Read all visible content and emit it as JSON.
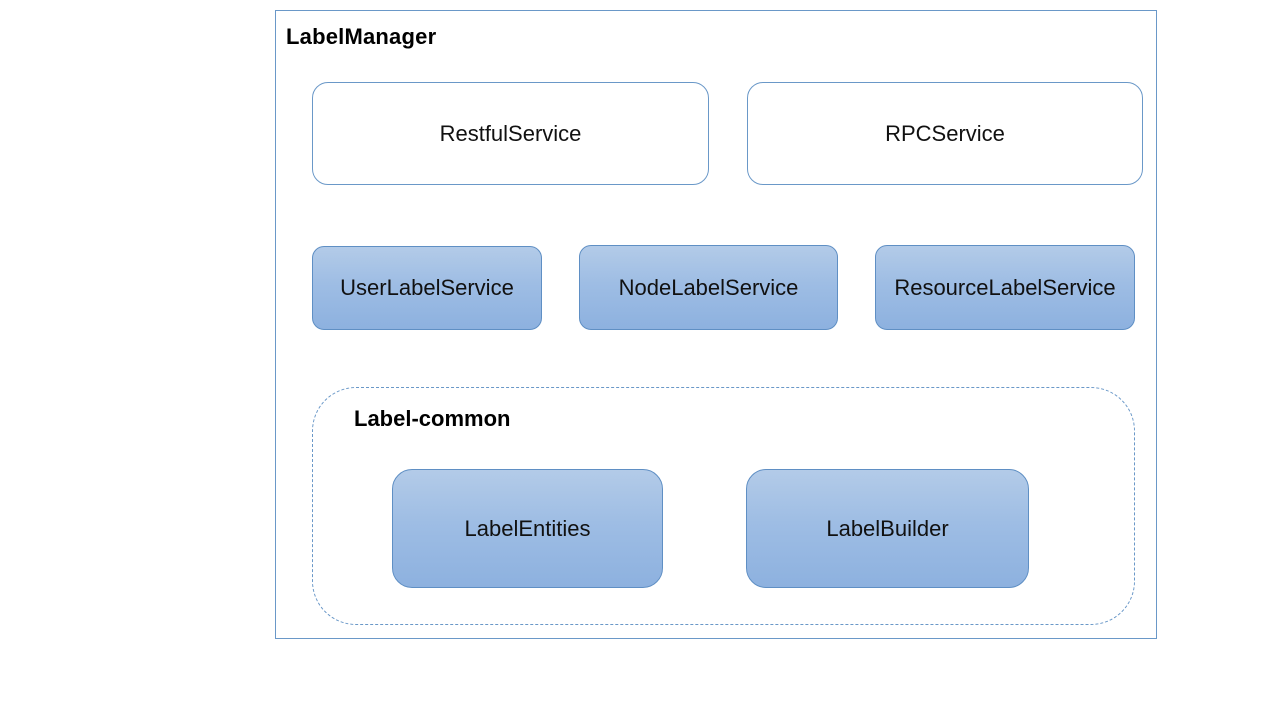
{
  "diagram": {
    "title": "LabelManager",
    "api_layer": [
      {
        "label": "RestfulService"
      },
      {
        "label": "RPCService"
      }
    ],
    "service_layer": [
      {
        "label": "UserLabelService"
      },
      {
        "label": "NodeLabelService"
      },
      {
        "label": "ResourceLabelService"
      }
    ],
    "common_group": {
      "title": "Label-common",
      "items": [
        {
          "label": "LabelEntities"
        },
        {
          "label": "LabelBuilder"
        }
      ]
    }
  },
  "colors": {
    "border": "#6a98c8",
    "fill_top": "#b3cbe8",
    "fill_bottom": "#8db1df"
  }
}
